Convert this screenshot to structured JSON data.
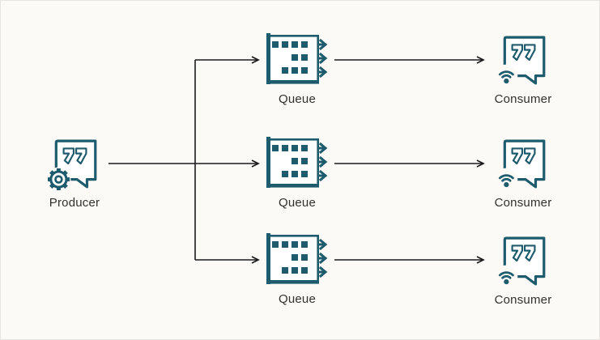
{
  "diagram": {
    "type": "flow-diagram",
    "description": "Producer fans out to three queues, each delivering to a consumer",
    "colors": {
      "icon_teal": "#1d5b6d",
      "connector": "#1b1b1b",
      "background": "#fbfaf7",
      "label_text": "#34302c",
      "border": "#e7e4df"
    },
    "nodes": {
      "producer": {
        "label": "Producer",
        "icon": "chat-bubble-gear-icon"
      },
      "queues": [
        {
          "label": "Queue",
          "icon": "queue-icon"
        },
        {
          "label": "Queue",
          "icon": "queue-icon"
        },
        {
          "label": "Queue",
          "icon": "queue-icon"
        }
      ],
      "consumers": [
        {
          "label": "Consumer",
          "icon": "chat-bubble-wifi-icon"
        },
        {
          "label": "Consumer",
          "icon": "chat-bubble-wifi-icon"
        },
        {
          "label": "Consumer",
          "icon": "chat-bubble-wifi-icon"
        }
      ]
    },
    "edges": [
      "producer->queue-1",
      "producer->queue-2",
      "producer->queue-3",
      "queue-1->consumer-1",
      "queue-2->consumer-2",
      "queue-3->consumer-3"
    ]
  }
}
